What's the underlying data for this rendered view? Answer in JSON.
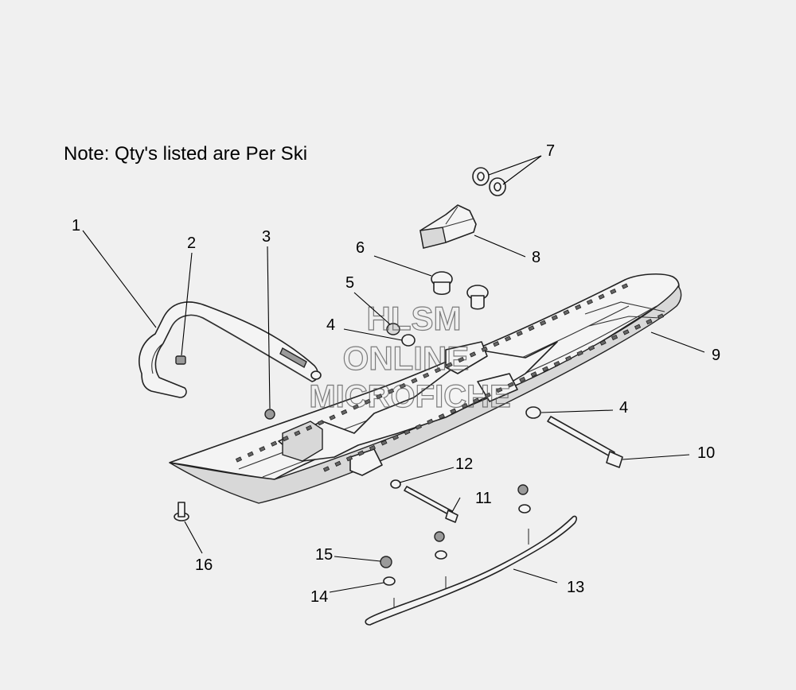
{
  "note": "Note: Qty's listed are Per Ski",
  "watermark": {
    "line1": "HLSM",
    "line2": "ONLINE",
    "line3": "MICROFICHE"
  },
  "callouts": [
    {
      "id": "1",
      "label": "1"
    },
    {
      "id": "2",
      "label": "2"
    },
    {
      "id": "3",
      "label": "3"
    },
    {
      "id": "4a",
      "label": "4"
    },
    {
      "id": "4b",
      "label": "4"
    },
    {
      "id": "5",
      "label": "5"
    },
    {
      "id": "6",
      "label": "6"
    },
    {
      "id": "7",
      "label": "7"
    },
    {
      "id": "8",
      "label": "8"
    },
    {
      "id": "9",
      "label": "9"
    },
    {
      "id": "10",
      "label": "10"
    },
    {
      "id": "11",
      "label": "11"
    },
    {
      "id": "12",
      "label": "12"
    },
    {
      "id": "13",
      "label": "13"
    },
    {
      "id": "14",
      "label": "14"
    },
    {
      "id": "15",
      "label": "15"
    },
    {
      "id": "16",
      "label": "16"
    }
  ]
}
